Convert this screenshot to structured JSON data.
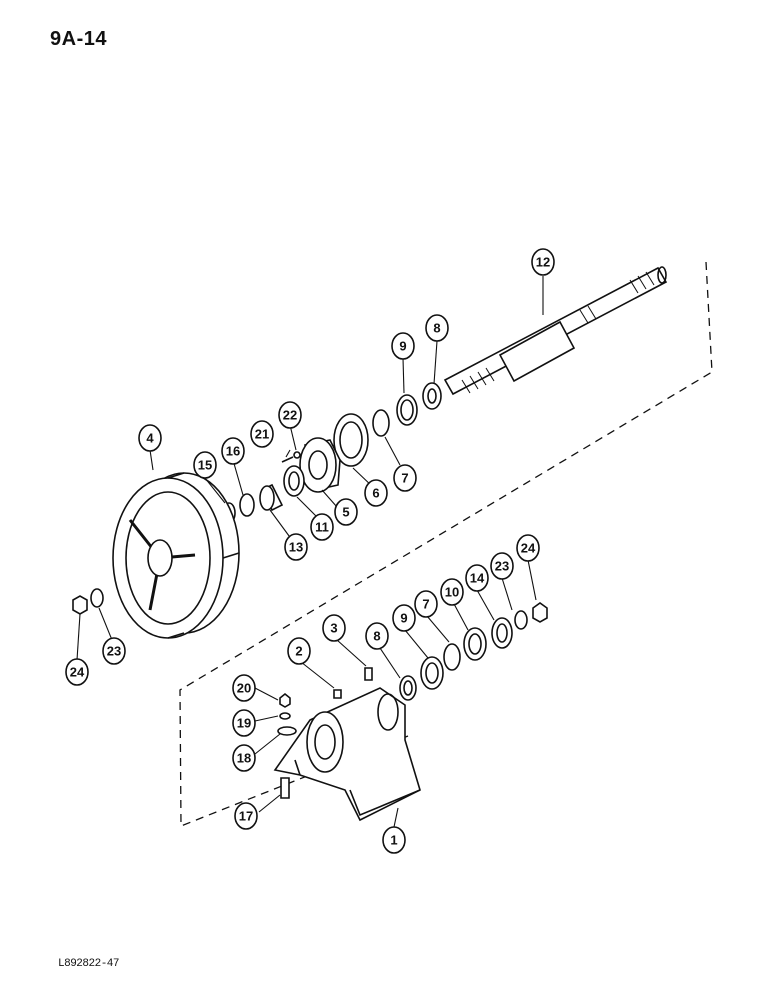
{
  "page_code": "9A-14",
  "drawing_code": "L892822-47",
  "callouts": [
    {
      "id": "c1",
      "label": "1"
    },
    {
      "id": "c2",
      "label": "2"
    },
    {
      "id": "c3",
      "label": "3"
    },
    {
      "id": "c4",
      "label": "4"
    },
    {
      "id": "c5",
      "label": "5"
    },
    {
      "id": "c6",
      "label": "6"
    },
    {
      "id": "c7a",
      "label": "7"
    },
    {
      "id": "c7b",
      "label": "7"
    },
    {
      "id": "c8a",
      "label": "8"
    },
    {
      "id": "c8b",
      "label": "8"
    },
    {
      "id": "c9a",
      "label": "9"
    },
    {
      "id": "c9b",
      "label": "9"
    },
    {
      "id": "c10",
      "label": "10"
    },
    {
      "id": "c11",
      "label": "11"
    },
    {
      "id": "c12",
      "label": "12"
    },
    {
      "id": "c13",
      "label": "13"
    },
    {
      "id": "c14",
      "label": "14"
    },
    {
      "id": "c15",
      "label": "15"
    },
    {
      "id": "c16",
      "label": "16"
    },
    {
      "id": "c17",
      "label": "17"
    },
    {
      "id": "c18",
      "label": "18"
    },
    {
      "id": "c19",
      "label": "19"
    },
    {
      "id": "c20",
      "label": "20"
    },
    {
      "id": "c21",
      "label": "21"
    },
    {
      "id": "c22",
      "label": "22"
    },
    {
      "id": "c23a",
      "label": "23"
    },
    {
      "id": "c23b",
      "label": "23"
    },
    {
      "id": "c24a",
      "label": "24"
    },
    {
      "id": "c24b",
      "label": "24"
    }
  ]
}
